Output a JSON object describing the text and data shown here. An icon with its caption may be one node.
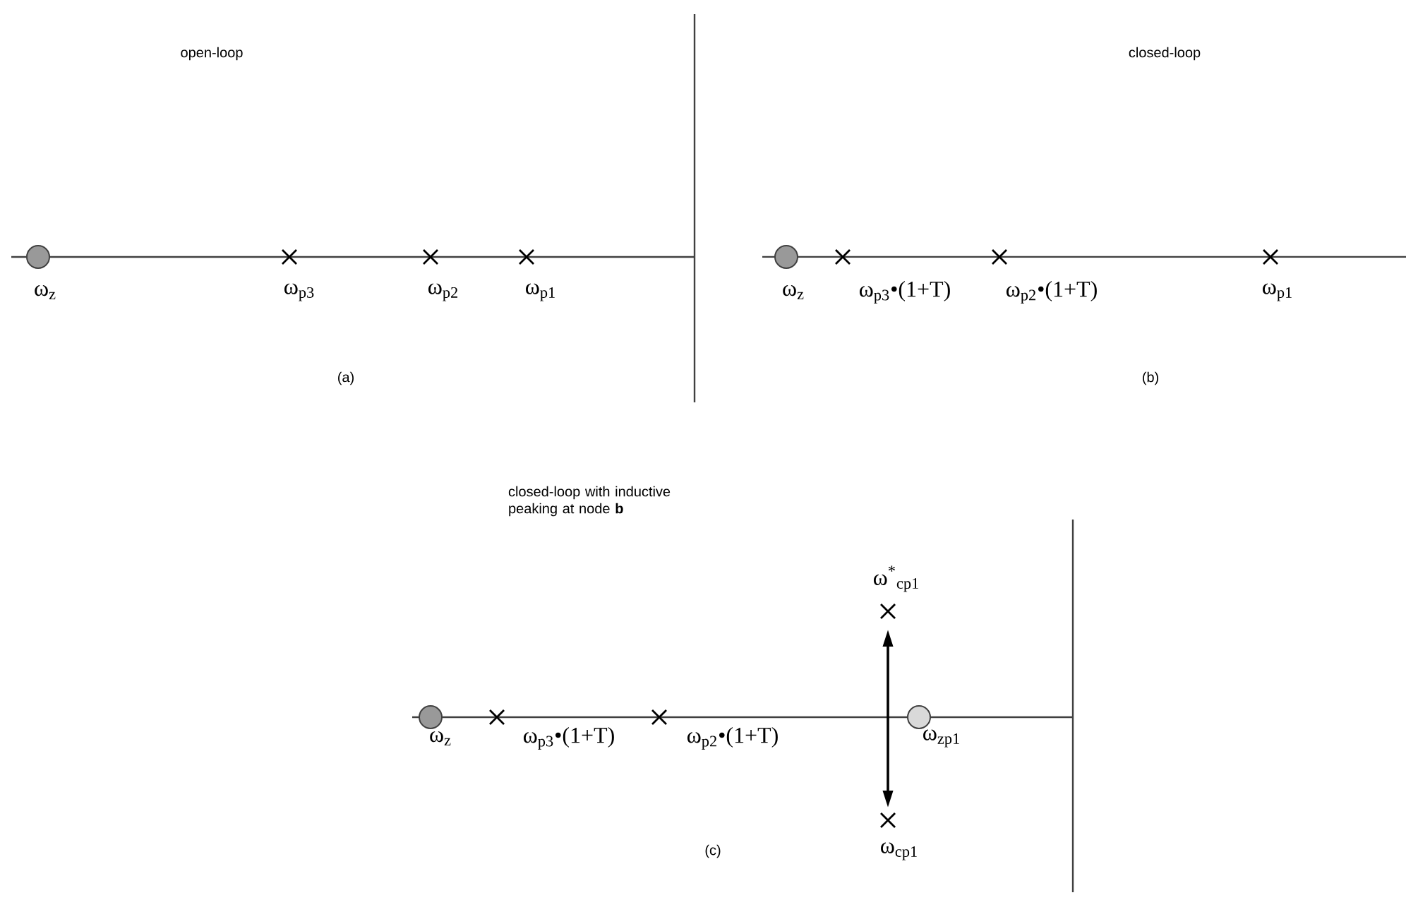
{
  "diagram": {
    "labels": [
      "open-loop",
      "closed-loop",
      "ω$_{z}$",
      "ω$_{p3}$",
      "ω$_{p2}$",
      "ω$_{p1}$",
      "ω$_{z}$",
      "ω$_{p3}$•(1+T)",
      "ω$_{p2}$•(1+T)",
      "ω$_{p1}$",
      "(a)",
      "(b)",
      "closed-loop with inductive peaking at node **b**",
      "ω$^{*}$$_{cp1}$",
      "ω$_{z}$",
      "ω$_{p3}$•(1+T)",
      "ω$_{p2}$•(1+T)",
      "ω$_{zp1}$",
      "(c)",
      "ω$_{cp1}$"
    ]
  }
}
